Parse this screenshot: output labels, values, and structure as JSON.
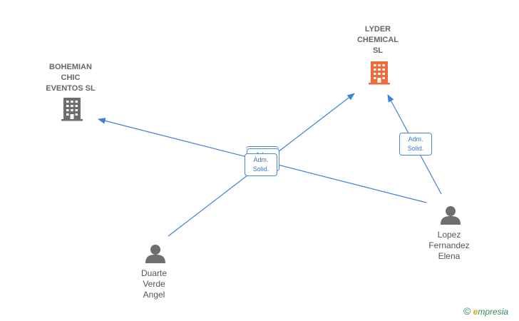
{
  "colors": {
    "edge": "#3d82d6",
    "company_main": "#f26a3c",
    "company_other": "#6e6e6e",
    "person": "#6e6e6e"
  },
  "nodes": {
    "lyder": {
      "label": "LYDER\nCHEMICAL\nSL",
      "icon": "building-icon",
      "highlight": true
    },
    "bohemian": {
      "label": "BOHEMIAN\nCHIC\nEVENTOS  SL",
      "icon": "building-icon",
      "highlight": false
    },
    "lopez": {
      "label": "Lopez\nFernandez\nElena",
      "icon": "person-icon"
    },
    "duarte": {
      "label": "Duarte\nVerde\nAngel",
      "icon": "person-icon"
    }
  },
  "edges": [
    {
      "from": "lopez",
      "to": "lyder",
      "role": "Adm.\nSolid."
    },
    {
      "from": "duarte",
      "to": "lyder",
      "role": "Adm.\nSolid."
    },
    {
      "from": "lopez",
      "to": "bohemian",
      "role": "Adm.\nSolid."
    }
  ],
  "brand": {
    "copyright": "©",
    "initial": "e",
    "name": "mpresia"
  }
}
